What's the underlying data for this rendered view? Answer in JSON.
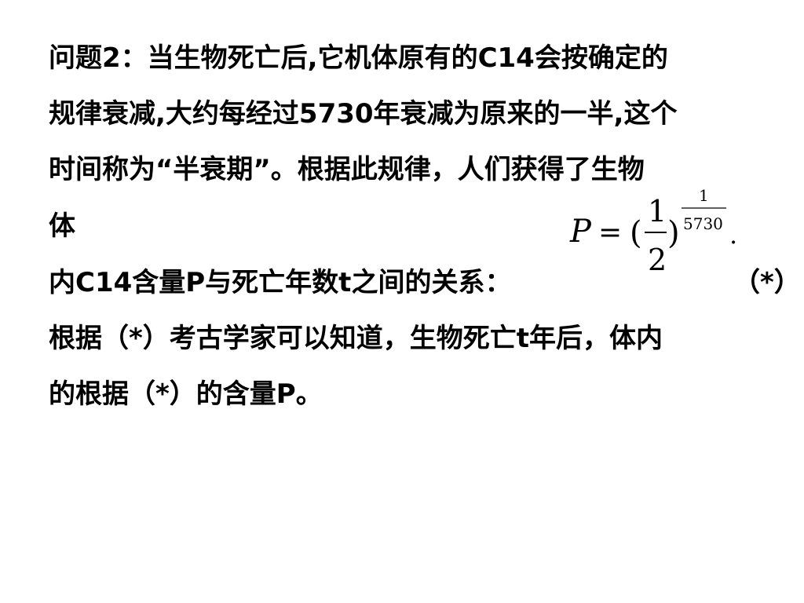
{
  "slide": {
    "line1": "问题2：当生物死亡后,它机体原有的C14会按确定的",
    "line2": "规律衰减,大约每经过5730年衰减为原来的一半,这个",
    "line3": "时间称为“半衰期”。根据此规律，人们获得了生物",
    "line4": "体",
    "line5": "内C14含量P与死亡年数t之间的关系：",
    "line5_marker": "（*）",
    "line6": "根据（*）考古学家可以知道，生物死亡t年后，体内",
    "line7": "的根据（*）的含量P。"
  },
  "formula": {
    "variable": "P",
    "equals": "=",
    "open_paren": "(",
    "frac_numerator": "1",
    "frac_denominator": "2",
    "close_paren": ")",
    "exp_numerator": "1",
    "exp_denominator": "5730",
    "period": "."
  }
}
